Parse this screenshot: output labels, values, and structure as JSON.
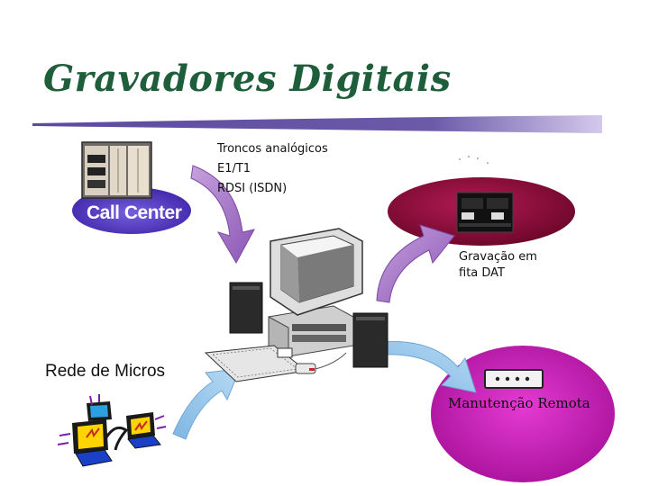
{
  "title": "Gravadores Digitais",
  "call_center": {
    "label": "Call Center"
  },
  "trunks": [
    "Troncos analógicos",
    "E1/T1",
    "RDSI (ISDN)"
  ],
  "dat": {
    "line1": "Gravação em",
    "line2": "fita DAT"
  },
  "network": {
    "label": "Rede de Micros"
  },
  "maintenance": {
    "label": "Manutenção Remota"
  },
  "colors": {
    "title": "#1f5e3a",
    "accent_bar": "#6b5aa8",
    "call_center_blob": "#5a3fc0",
    "dat_blob": "#8e0e3b",
    "maintenance_blob": "#c822b6",
    "arrow_purple": "#a574c8",
    "arrow_blue": "#8fc1e8"
  }
}
